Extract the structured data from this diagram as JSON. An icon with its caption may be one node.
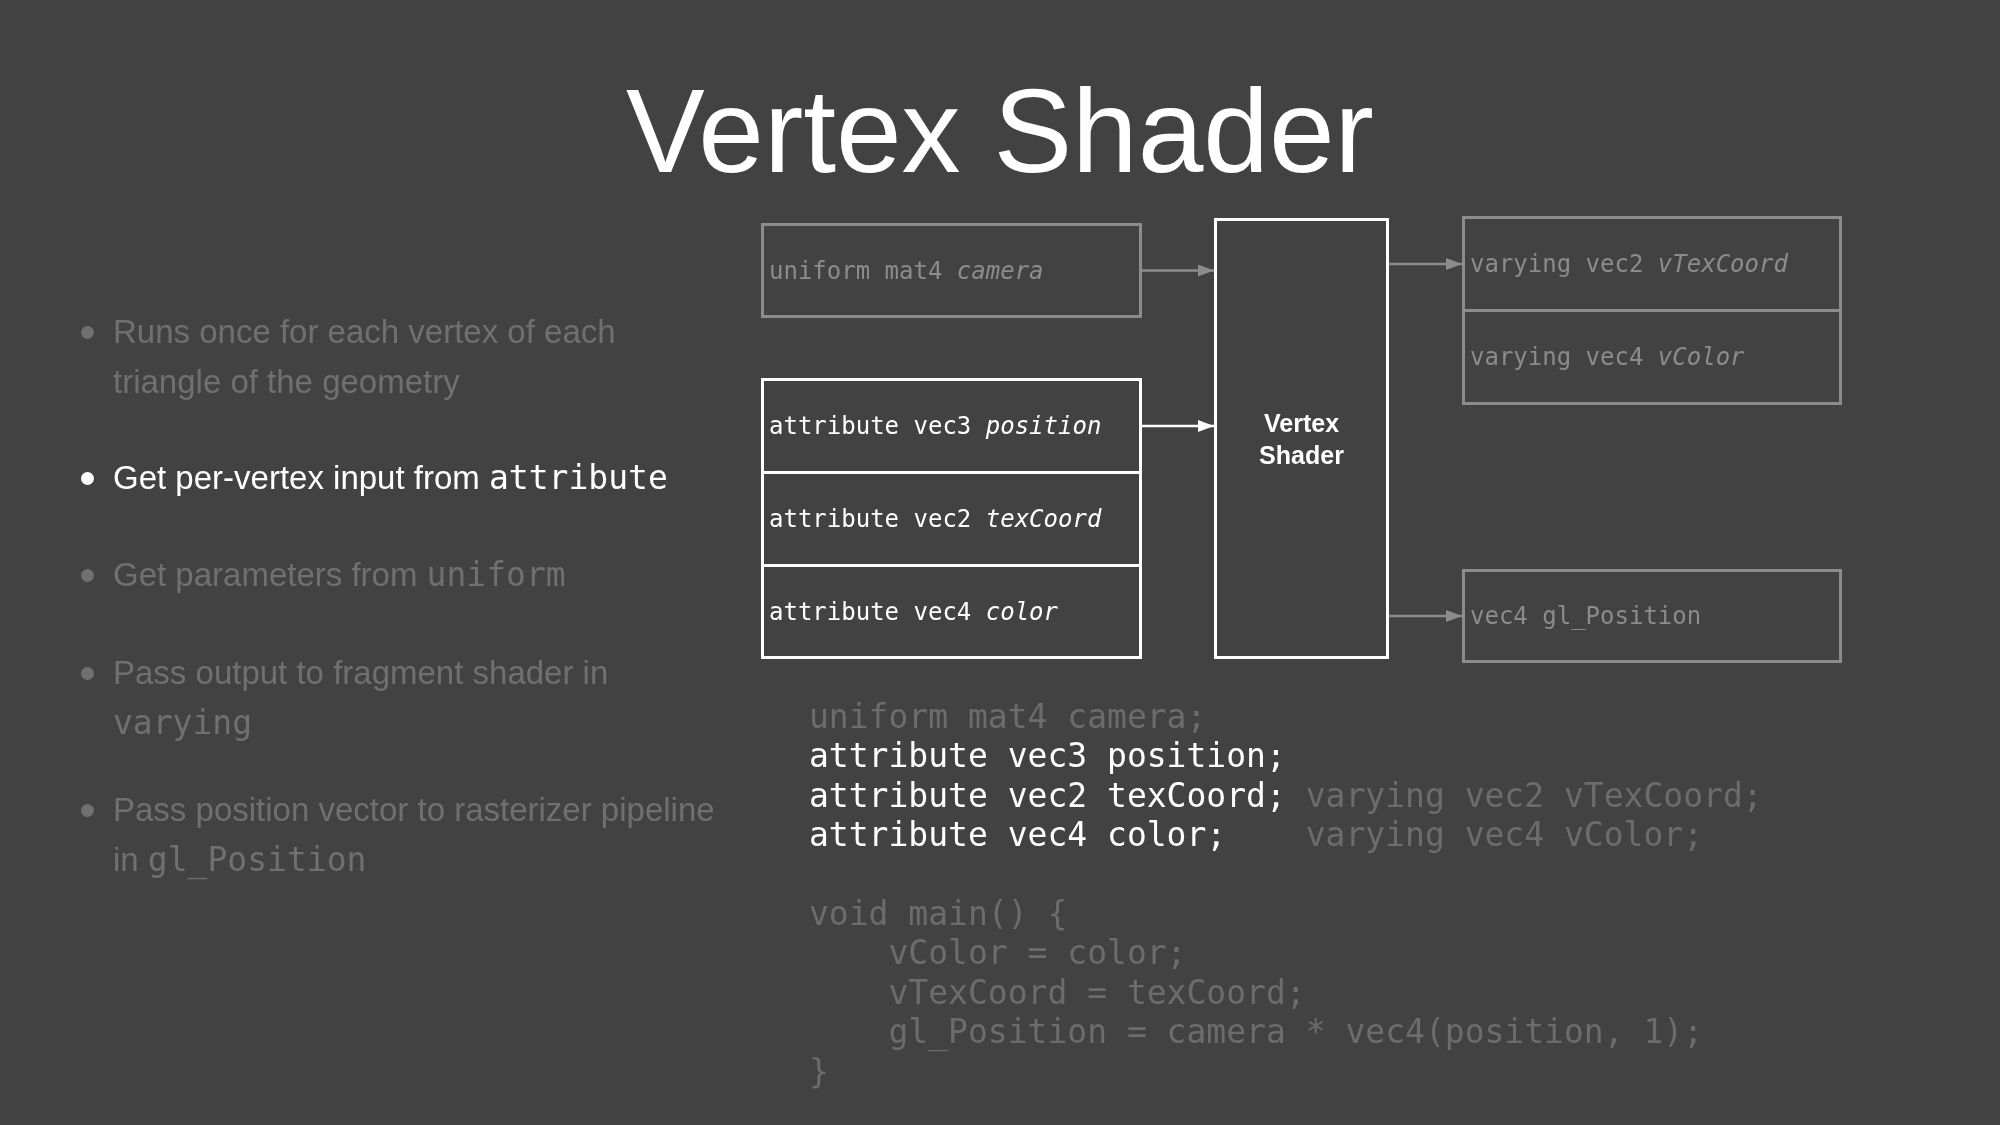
{
  "diagram": {
    "title": "Vertex Shader",
    "nodes": [
      {
        "text": [
          "uniform mat4 *camera*"
        ]
      },
      {
        "text": [
          "attribute vec3 *position*"
        ]
      },
      {
        "text": [
          "attribute vec2 *texCoord*"
        ]
      },
      {
        "text": [
          "attribute vec4 *color*"
        ]
      },
      {
        "text": [
          "Vertex Shader"
        ]
      },
      {
        "text": [
          "varying vec2 *vTexCoord*"
        ]
      },
      {
        "text": [
          "varying vec4 *vColor*"
        ]
      },
      {
        "text": [
          "vec4 gl_Position"
        ]
      }
    ],
    "edges": [
      {
        "from": 0,
        "to": 4,
        "arrow": "to"
      },
      {
        "from": 1,
        "to": 4,
        "arrow": "to",
        "color": "#ffffff"
      },
      {
        "from": 4,
        "to": 5,
        "arrow": "to"
      },
      {
        "from": 4,
        "to": 7,
        "arrow": "to"
      }
    ],
    "labels": [
      "Runs once for each vertex of each triangle of the geometry",
      "Get per-vertex input from attribute",
      "Get parameters from uniform",
      "Pass output to fragment shader in varying",
      "Pass position vector to rasterizer pipeline in gl_Position",
      "uniform mat4 camera;",
      "attribute vec3 position;",
      "attribute vec2 texCoord;",
      "varying vec2 vTexCoord;",
      "attribute vec4 color;",
      "varying vec4 vColor;",
      "void main() {",
      "vColor = color;",
      "vTexCoord = texCoord;",
      "gl_Position = camera * vec4(position, 1);",
      "}"
    ]
  }
}
